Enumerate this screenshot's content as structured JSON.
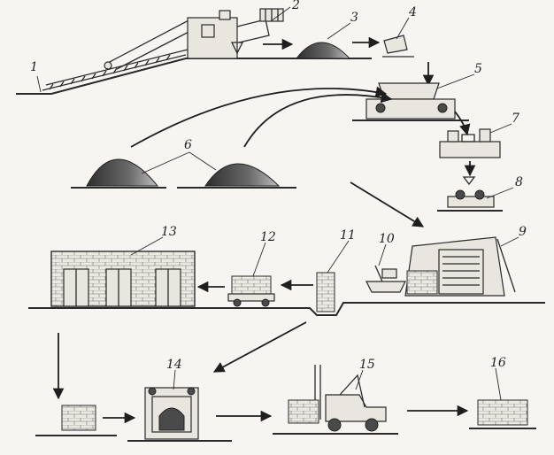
{
  "diagram": {
    "labels": [
      "1",
      "2",
      "3",
      "4",
      "5",
      "6",
      "7",
      "8",
      "9",
      "10",
      "11",
      "12",
      "13",
      "14",
      "15",
      "16"
    ],
    "colors": {
      "ink": "#2a2a2a",
      "paper": "#f7f5f1",
      "fill": "#e9e6df",
      "pile": "#4a4a4a"
    }
  }
}
